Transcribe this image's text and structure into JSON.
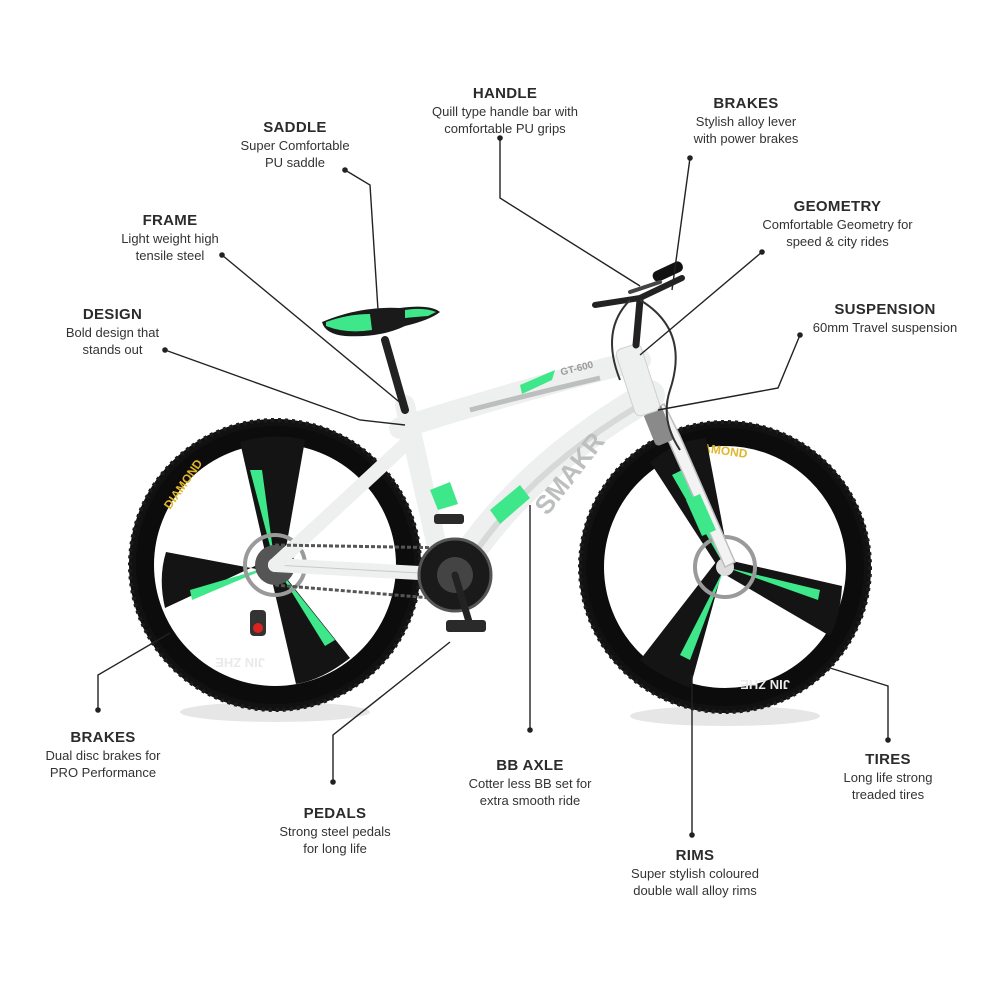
{
  "brand": {
    "frame_logo": "SMAKR",
    "model_tag": "GT-600",
    "rim_text_1": "JIN ZHE",
    "rim_text_2": "DIAMOND"
  },
  "colors": {
    "accent_green": "#3ee88a",
    "frame_white": "#eef0ef",
    "tire_black": "#111111",
    "text_dark": "#2b2b2b"
  },
  "callouts": [
    {
      "id": "handle",
      "title": "HANDLE",
      "desc1": "Quill type handle bar with",
      "desc2": "comfortable PU grips"
    },
    {
      "id": "brakes-top",
      "title": "BRAKES",
      "desc1": "Stylish alloy lever",
      "desc2": "with power brakes"
    },
    {
      "id": "saddle",
      "title": "SADDLE",
      "desc1": "Super Comfortable",
      "desc2": "PU saddle"
    },
    {
      "id": "geometry",
      "title": "GEOMETRY",
      "desc1": "Comfortable Geometry for",
      "desc2": "speed & city rides"
    },
    {
      "id": "frame",
      "title": "FRAME",
      "desc1": "Light weight high",
      "desc2": "tensile steel"
    },
    {
      "id": "suspension",
      "title": "SUSPENSION",
      "desc1": "60mm Travel suspension",
      "desc2": ""
    },
    {
      "id": "design",
      "title": "DESIGN",
      "desc1": "Bold design that",
      "desc2": "stands out"
    },
    {
      "id": "brakes-bottom",
      "title": "BRAKES",
      "desc1": "Dual disc brakes for",
      "desc2": "PRO Performance"
    },
    {
      "id": "bb-axle",
      "title": "BB AXLE",
      "desc1": "Cotter less BB set for",
      "desc2": "extra smooth ride"
    },
    {
      "id": "tires",
      "title": "TIRES",
      "desc1": "Long life strong",
      "desc2": "treaded tires"
    },
    {
      "id": "pedals",
      "title": "PEDALS",
      "desc1": "Strong steel pedals",
      "desc2": "for long life"
    },
    {
      "id": "rims",
      "title": "RIMS",
      "desc1": "Super stylish coloured",
      "desc2": "double wall alloy rims"
    }
  ]
}
